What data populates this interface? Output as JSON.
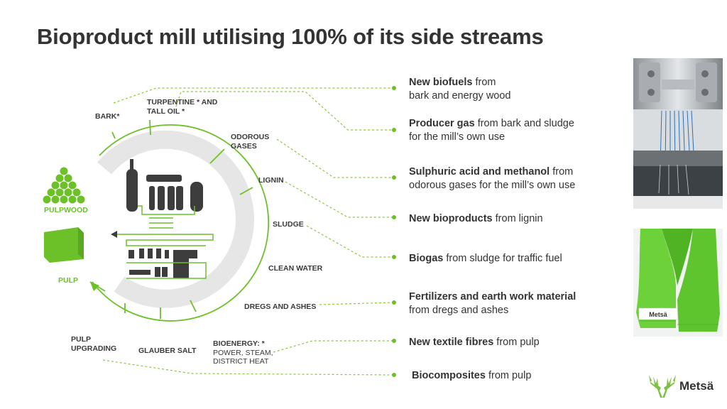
{
  "title": "Bioproduct mill utilising 100% of its side streams",
  "left_labels": {
    "pulpwood": "PULPWOOD",
    "pulp": "PULP"
  },
  "stream_labels": {
    "bark": "BARK*",
    "turpentine": [
      "TURPENTINE * AND",
      "TALL OIL *"
    ],
    "odorous": [
      "ODOROUS",
      "GASES"
    ],
    "lignin": "LIGNIN",
    "sludge": "SLUDGE",
    "clean_water": "CLEAN WATER",
    "dregs": "DREGS AND ASHES",
    "pulp_upgrading": [
      "PULP",
      "UPGRADING"
    ],
    "glauber": "GLAUBER SALT",
    "bioenergy": [
      "BIOENERGY: *",
      "POWER, STEAM,",
      "DISTRICT HEAT"
    ]
  },
  "outputs": [
    {
      "bold": "New biofuels",
      "rest": " from",
      "line2": "bark and energy wood"
    },
    {
      "bold": "Producer gas",
      "rest": " from bark and sludge",
      "line2": "for the mill’s own use"
    },
    {
      "bold": "Sulphuric acid and methanol",
      "rest": " from",
      "line2": "odorous gases for the mill’s own use"
    },
    {
      "bold": "New bioproducts",
      "rest": " from lignin",
      "line2": ""
    },
    {
      "bold": "Biogas",
      "rest": " from sludge for traffic fuel",
      "line2": ""
    },
    {
      "bold": "Fertilizers and earth work material",
      "rest": "",
      "line2": "from dregs and ashes"
    },
    {
      "bold": "New textile fibres",
      "rest": " from pulp",
      "line2": ""
    },
    {
      "bold": "Biocomposites",
      "rest": " from pulp",
      "line2": ""
    }
  ],
  "logo": {
    "text": "Metsä"
  },
  "scarf_label": "Metsä",
  "colors": {
    "accent_green": "#6cc028",
    "dark_text": "#333333",
    "ring_gray": "#e6e6e6",
    "machine_gray": "#3a3a3a"
  }
}
